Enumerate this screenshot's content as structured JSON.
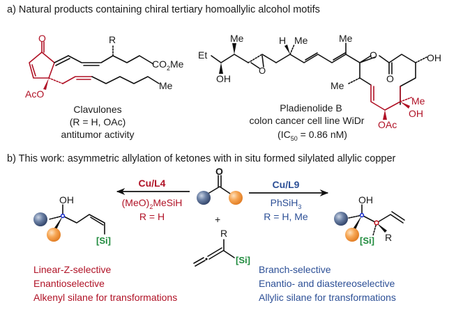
{
  "section_a": {
    "heading": "a) Natural products containing chiral tertiary homoallylic alcohol motifs",
    "clavulones": {
      "labels": {
        "O": "O",
        "R": "R",
        "co2me_main": "CO",
        "co2me_sub": "2",
        "co2me_tail": "Me",
        "me": "Me",
        "aco": "AcO"
      },
      "name": "Clavulones",
      "variant": "(R = H, OAc)",
      "activity": "antitumor activity"
    },
    "pladienolide": {
      "labels": {
        "et": "Et",
        "oh1": "OH",
        "me1": "Me",
        "o_epox": "O",
        "h": "H",
        "me2": "Me",
        "me3": "Me",
        "o_ring": "O",
        "o_carbonyl": "O",
        "oh2": "OH",
        "me4": "Me",
        "me5": "Me",
        "oh3": "OH",
        "oac": "OAc"
      },
      "name": "Pladienolide B",
      "activity": "colon cancer cell line WiDr",
      "ic50_prefix": "(IC",
      "ic50_sub": "50",
      "ic50_value": " = 0.86 nM)"
    }
  },
  "section_b": {
    "heading": "b) This work: asymmetric allylation of ketones with in situ formed silylated allylic copper",
    "ketone_label": "O",
    "plus": "+",
    "allene_labels": {
      "r": "R",
      "si": "[Si]"
    },
    "left_product": {
      "oh": "OH",
      "si": "[Si]"
    },
    "right_product": {
      "oh": "OH",
      "si": "[Si]",
      "r": "R"
    },
    "left_arrow": {
      "catalyst": "Cu/L4",
      "silane_main": "(MeO)",
      "silane_sub": "2",
      "silane_tail": "MeSiH",
      "condition": "R = H"
    },
    "right_arrow": {
      "catalyst": "Cu/L9",
      "silane_main": "PhSiH",
      "silane_sub": "3",
      "condition": "R = H, Me"
    },
    "left_features": [
      "Linear-Z-selective",
      "Enantioselective",
      "Alkenyl silane for transformations"
    ],
    "right_features": [
      "Branch-selective",
      "Enantio- and diastereoselective",
      "Allylic silane for transformations"
    ]
  },
  "colors": {
    "red": "#b01226",
    "blue": "#2c4f96",
    "green": "#1e8a3c",
    "sphere_blue": "#5a7196",
    "sphere_orange": "#f5a04a"
  }
}
